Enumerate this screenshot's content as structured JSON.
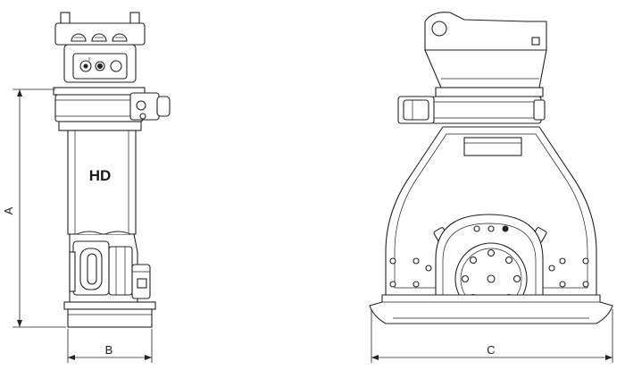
{
  "labels": {
    "brand": "HD",
    "dim_a": "A",
    "dim_b": "B",
    "dim_c": "C"
  },
  "colors": {
    "line": "#222222",
    "background": "#ffffff"
  }
}
